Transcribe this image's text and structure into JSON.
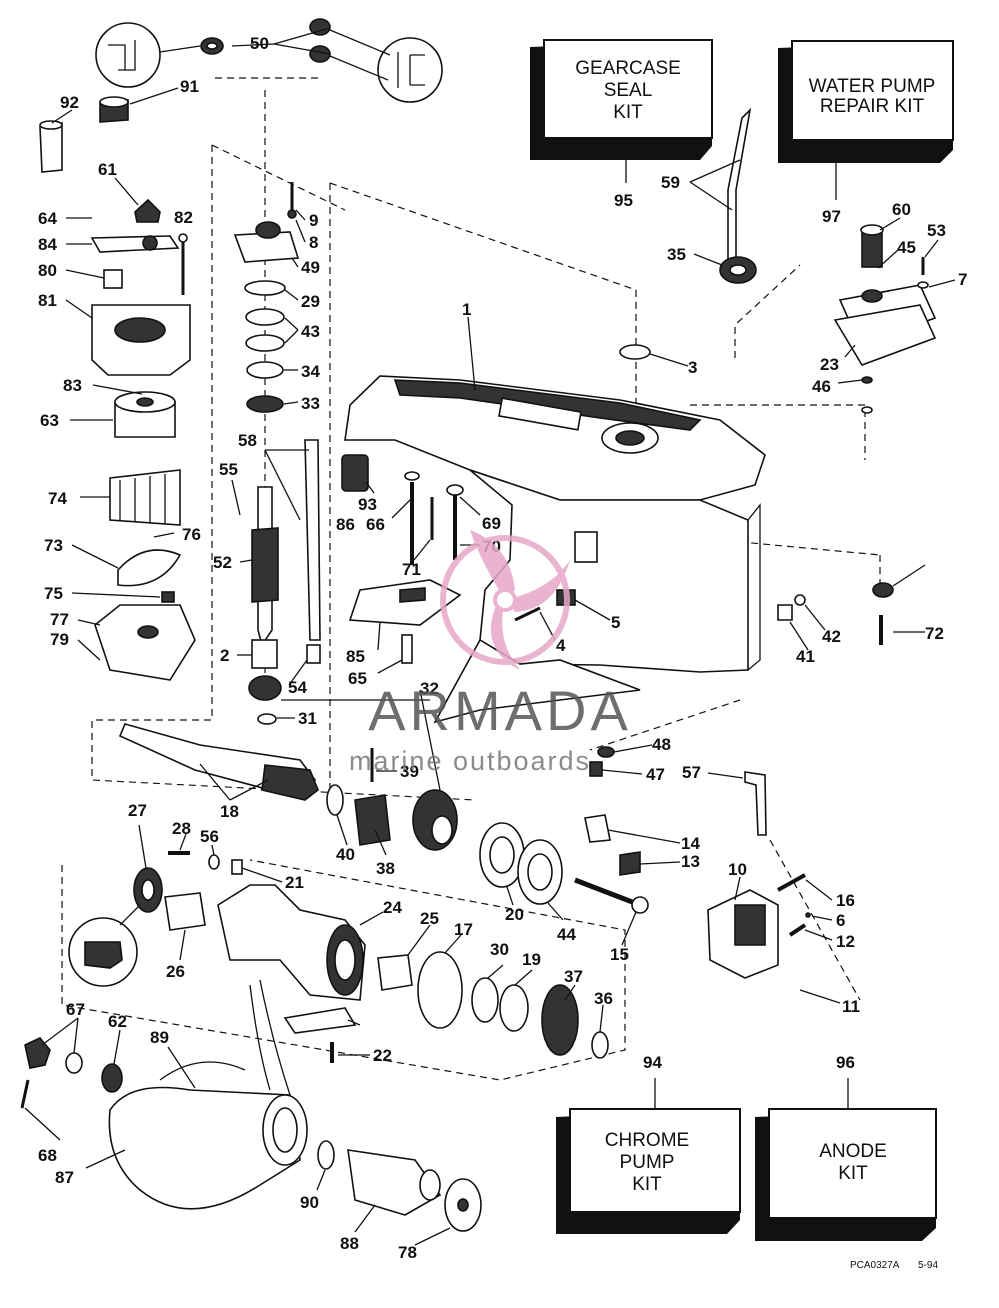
{
  "kits": [
    {
      "id": "95",
      "lines": [
        "GEARCASE",
        "SEAL",
        "KIT"
      ]
    },
    {
      "id": "97",
      "lines": [
        "WATER PUMP",
        "REPAIR KIT"
      ]
    },
    {
      "id": "94",
      "lines": [
        "CHROME",
        "PUMP",
        "KIT"
      ]
    },
    {
      "id": "96",
      "lines": [
        "ANODE",
        "KIT"
      ]
    }
  ],
  "callouts": [
    "50",
    "92",
    "91",
    "61",
    "64",
    "84",
    "82",
    "80",
    "81",
    "83",
    "63",
    "74",
    "76",
    "73",
    "75",
    "77",
    "79",
    "9",
    "8",
    "49",
    "29",
    "43",
    "34",
    "33",
    "58",
    "55",
    "52",
    "2",
    "54",
    "31",
    "32",
    "1",
    "3",
    "93",
    "86",
    "66",
    "69",
    "70",
    "71",
    "85",
    "65",
    "5",
    "4",
    "59",
    "35",
    "60",
    "53",
    "45",
    "7",
    "23",
    "46",
    "72",
    "42",
    "41",
    "48",
    "47",
    "57",
    "39",
    "18",
    "38",
    "40",
    "27",
    "28",
    "56",
    "21",
    "24",
    "25",
    "17",
    "20",
    "44",
    "14",
    "13",
    "10",
    "16",
    "6",
    "12",
    "11",
    "15",
    "26",
    "30",
    "19",
    "37",
    "36",
    "22",
    "67",
    "62",
    "89",
    "68",
    "87",
    "90",
    "88",
    "78"
  ],
  "watermark": {
    "brand": "ARMADA",
    "tagline": "marine outboards",
    "color": "#e7a8c8"
  },
  "footer": {
    "code": "PCA0327A",
    "date": "5-94"
  }
}
